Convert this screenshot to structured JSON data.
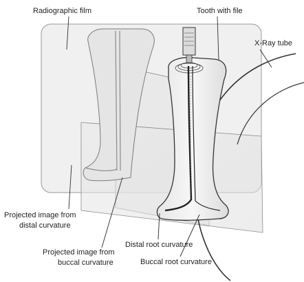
{
  "labels": {
    "radiographic_film": "Radiographic film",
    "tooth_with_file": "Tooth with file",
    "xray_tube": "X-Ray tube",
    "projected_distal_1": "Projected image from",
    "projected_distal_2": "distal curvature",
    "projected_buccal_1": "Projected image from",
    "projected_buccal_2": "buccal curvature",
    "distal_root": "Distal root curvature",
    "buccal_root": "Buccal root curvature"
  }
}
